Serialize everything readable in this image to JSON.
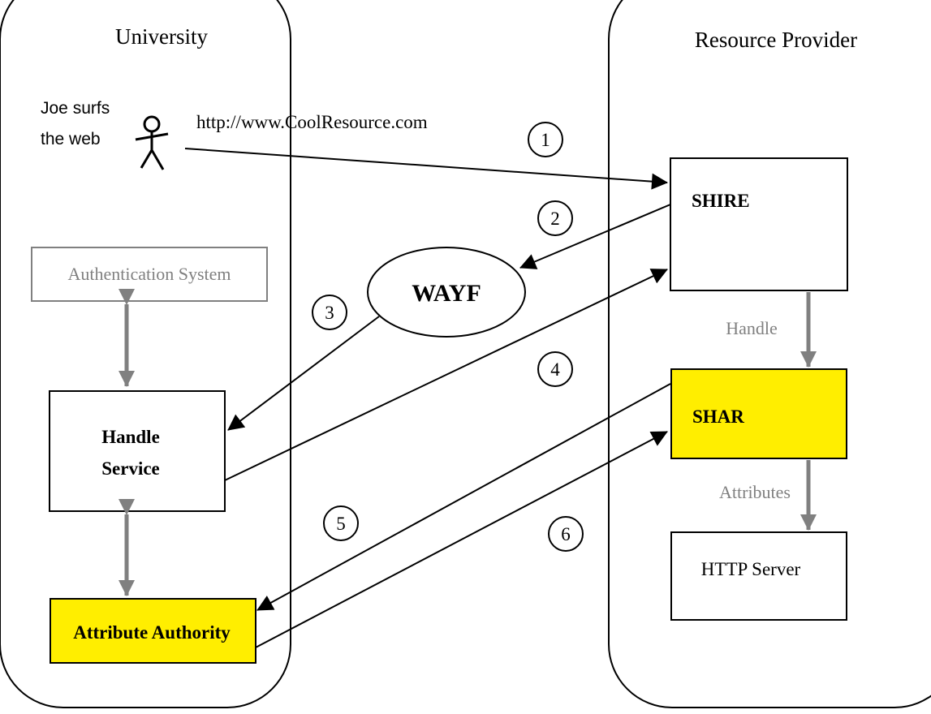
{
  "panels": {
    "university": "University",
    "provider": "Resource Provider"
  },
  "user": {
    "line1": "Joe surfs",
    "line2": "the web",
    "url": "http://www.CoolResource.com"
  },
  "boxes": {
    "auth_system": "Authentication System",
    "handle_service_1": "Handle",
    "handle_service_2": "Service",
    "attribute_authority": "Attribute Authority",
    "shire": "SHIRE",
    "shar": "SHAR",
    "http_server": "HTTP Server",
    "wayf": "WAYF"
  },
  "edge_labels": {
    "handle": "Handle",
    "attributes": "Attributes"
  },
  "steps": [
    "1",
    "2",
    "3",
    "4",
    "5",
    "6"
  ],
  "colors": {
    "highlight": "#ffee00",
    "grey": "#808080",
    "stroke": "#000000"
  }
}
